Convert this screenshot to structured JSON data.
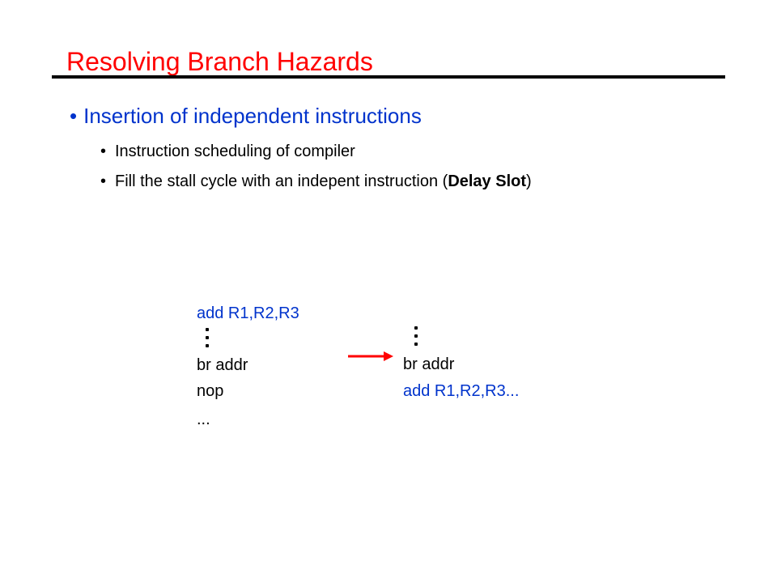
{
  "slide": {
    "title": "Resolving Branch Hazards",
    "bullet1": "Insertion of independent instructions",
    "bullet_char": "•",
    "sub_bullets": [
      {
        "text": "Instruction scheduling of compiler"
      },
      {
        "pre": "Fill the stall cycle with an indepent instruction (",
        "bold": "Delay Slot",
        "post": ")"
      }
    ]
  },
  "code_before": {
    "line1": "add R1,R2,R3",
    "line2": "br addr",
    "line3": "nop",
    "line4": "..."
  },
  "code_after": {
    "line1": "br addr",
    "line2": "add R1,R2,R3..."
  },
  "colors": {
    "title": "#ff0000",
    "bullet1": "#0033cc",
    "code_highlight": "#0033cc",
    "arrow": "#ff0000",
    "text": "#000000"
  }
}
